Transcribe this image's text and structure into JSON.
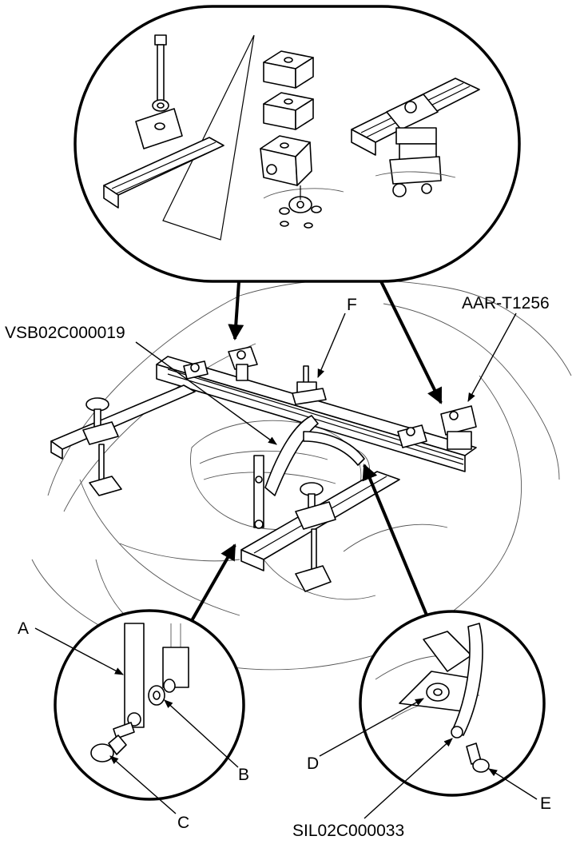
{
  "labels": {
    "tool_top_left": "VSB02C000019",
    "tool_top_right": "AAR-T1256",
    "tool_bottom": "SIL02C000033",
    "callout_a": "A",
    "callout_b": "B",
    "callout_c": "C",
    "callout_d": "D",
    "callout_e": "E",
    "callout_f": "F"
  }
}
